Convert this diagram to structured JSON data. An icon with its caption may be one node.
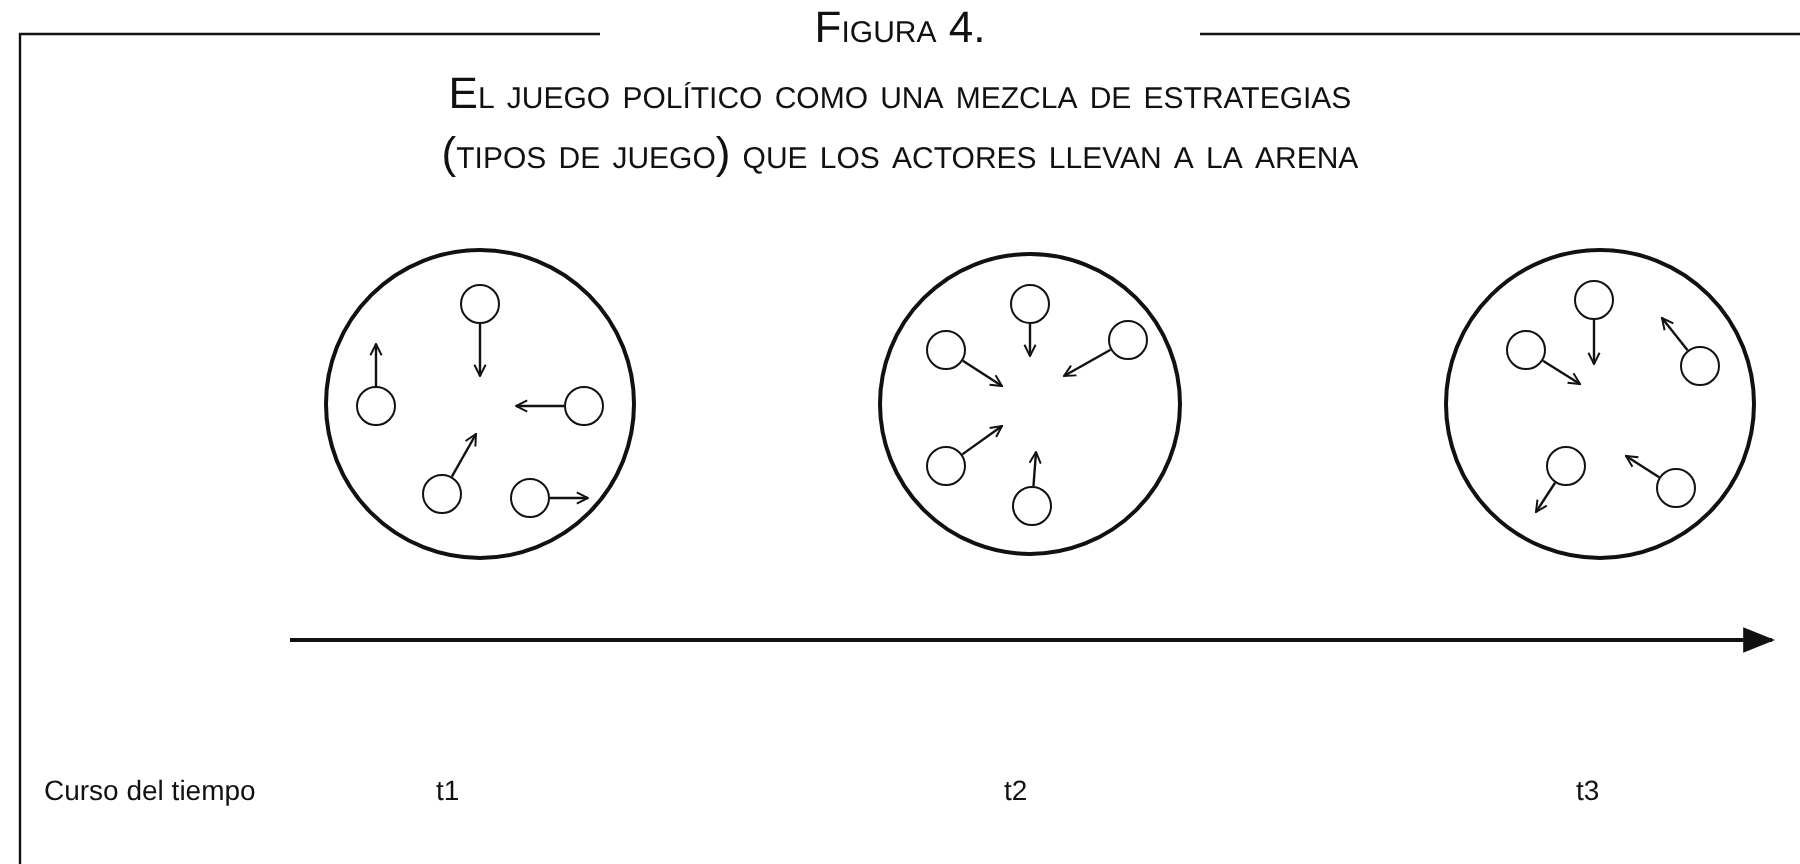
{
  "diagram": {
    "title": "Figura 4.",
    "caption": "El juego político como una mezcla de estrategias (tipos de juego) que los actores llevan a la arena",
    "nodes": [
      {
        "text": [],
        "shape": "circle"
      },
      {
        "text": [],
        "shape": "circle",
        "in": 0
      },
      {
        "text": [],
        "shape": "circle",
        "in": 0
      },
      {
        "text": [],
        "shape": "circle",
        "in": 0
      },
      {
        "text": [],
        "shape": "circle",
        "in": 0
      },
      {
        "text": [],
        "shape": "circle",
        "in": 0
      },
      {
        "text": [],
        "shape": "circle"
      },
      {
        "text": [],
        "shape": "circle",
        "in": 6
      },
      {
        "text": [],
        "shape": "circle",
        "in": 6
      },
      {
        "text": [],
        "shape": "circle",
        "in": 6
      },
      {
        "text": [],
        "shape": "circle",
        "in": 6
      },
      {
        "text": [],
        "shape": "circle",
        "in": 6
      },
      {
        "text": [],
        "shape": "circle"
      },
      {
        "text": [],
        "shape": "circle",
        "in": 12
      },
      {
        "text": [],
        "shape": "circle",
        "in": 12
      },
      {
        "text": [],
        "shape": "circle",
        "in": 12
      },
      {
        "text": [],
        "shape": "circle",
        "in": 12
      },
      {
        "text": [],
        "shape": "circle",
        "in": 12
      }
    ],
    "edges": [
      {
        "from": 1,
        "to": null,
        "arrow": "to"
      },
      {
        "from": 2,
        "to": null,
        "arrow": "to"
      },
      {
        "from": 3,
        "to": null,
        "arrow": "to"
      },
      {
        "from": 4,
        "to": null,
        "arrow": "to"
      },
      {
        "from": 5,
        "to": null,
        "arrow": "to"
      },
      {
        "from": 7,
        "to": null,
        "arrow": "to"
      },
      {
        "from": 8,
        "to": null,
        "arrow": "to"
      },
      {
        "from": 9,
        "to": null,
        "arrow": "to"
      },
      {
        "from": 10,
        "to": null,
        "arrow": "to"
      },
      {
        "from": 11,
        "to": null,
        "arrow": "to"
      },
      {
        "from": 13,
        "to": null,
        "arrow": "to"
      },
      {
        "from": 14,
        "to": null,
        "arrow": "to"
      },
      {
        "from": 15,
        "to": null,
        "arrow": "to"
      },
      {
        "from": 16,
        "to": null,
        "arrow": "to"
      },
      {
        "from": 17,
        "to": null,
        "arrow": "to"
      }
    ],
    "labels": [
      "Curso del tiempo",
      "t1",
      "t2",
      "t3"
    ]
  }
}
